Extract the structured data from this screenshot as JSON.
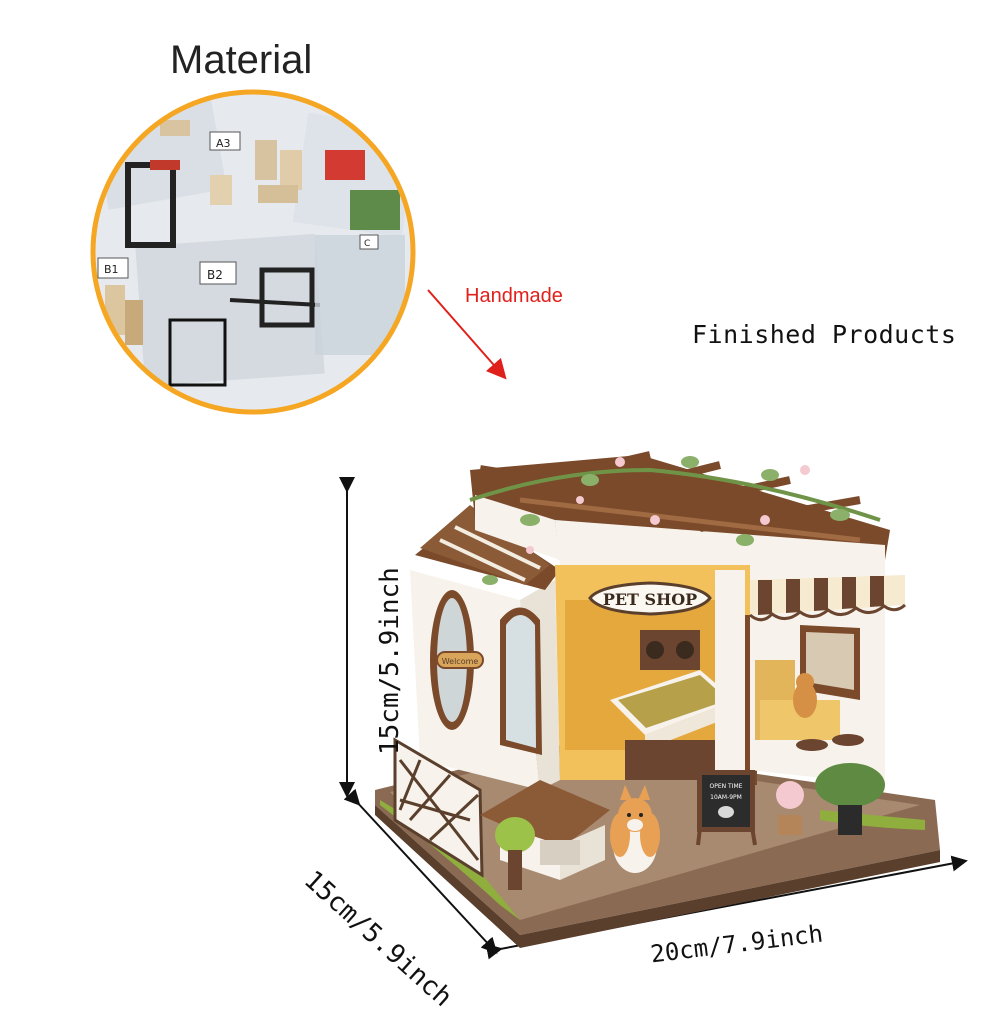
{
  "labels": {
    "material": "Material",
    "handmade": "Handmade",
    "finished_products": "Finished Products",
    "height": "15cm/5.9inch",
    "depth": "15cm/5.9inch",
    "width": "20cm/7.9inch"
  },
  "shop_sign": "PET SHOP",
  "welcome_sign": "Welcome",
  "board_sign": {
    "line1": "OPEN TIME",
    "line2": "10AM-9PM"
  },
  "bag_tags": [
    "A3",
    "B1",
    "B2",
    "C"
  ],
  "colors": {
    "circle_border": "#f5a623",
    "arrow": "#e0201b",
    "wood": "#7a4a2a",
    "wall": "#f7f3ec",
    "awning_stripe": "#6b4530",
    "awning_cream": "#f6ead0",
    "interior": "#f2c15c",
    "base": "#8a6a52"
  }
}
